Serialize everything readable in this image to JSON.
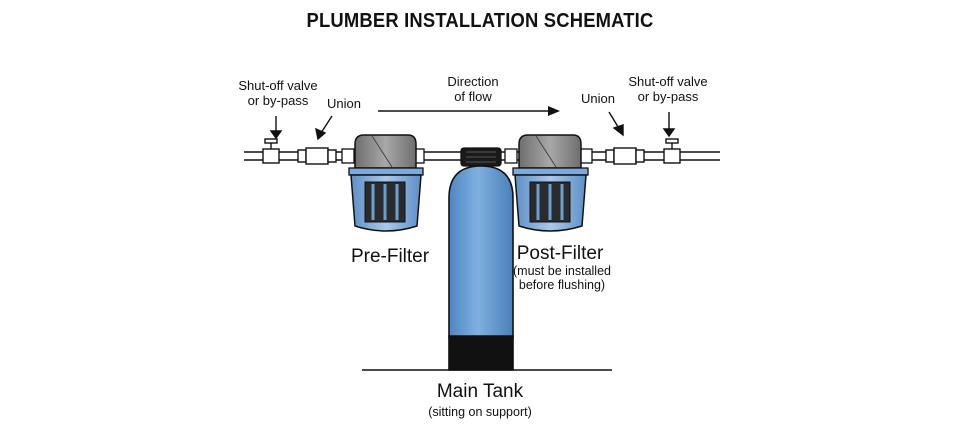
{
  "title": "PLUMBER INSTALLATION SCHEMATIC",
  "labels": {
    "shutoff_left_line1": "Shut-off valve",
    "shutoff_left_line2": "or by-pass",
    "union_left": "Union",
    "direction_line1": "Direction",
    "direction_line2": "of flow",
    "union_right": "Union",
    "shutoff_right_line1": "Shut-off valve",
    "shutoff_right_line2": "or by-pass",
    "pre_filter": "Pre-Filter",
    "post_filter": "Post-Filter",
    "post_filter_note_line1": "(must be installed",
    "post_filter_note_line2": "before flushing)",
    "main_tank": "Main Tank",
    "main_tank_note": "(sitting on support)"
  },
  "colors": {
    "tank_blue": "#6a9fd4",
    "tank_base": "#111111",
    "filter_housing": "#7fa9d8",
    "filter_head": "#8a8a8a",
    "cartridge": "#2b2b2b",
    "line": "#111111"
  }
}
